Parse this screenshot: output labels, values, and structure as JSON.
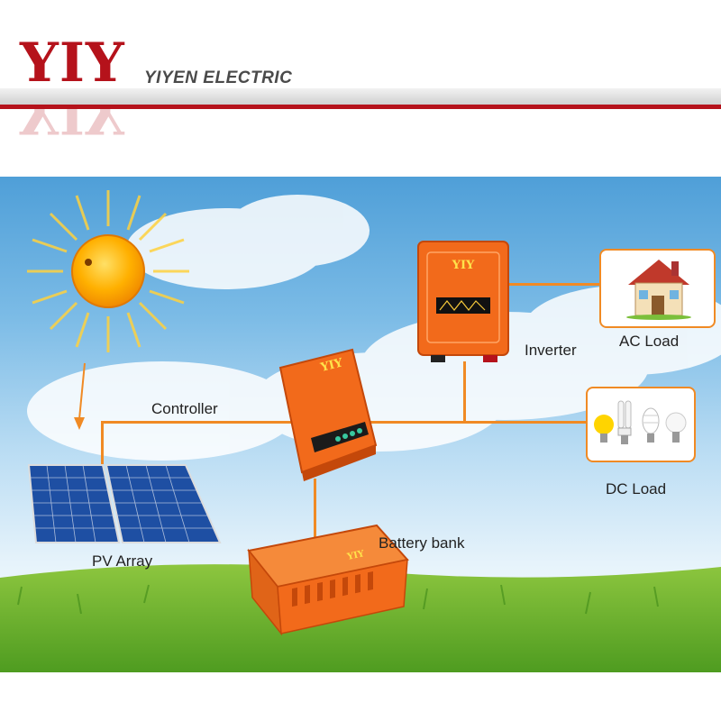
{
  "header": {
    "logo_text": "YIY",
    "company_name": "YIYEN ELECTRIC"
  },
  "diagram": {
    "labels": {
      "inverter": "Inverter",
      "ac_load": "AC Load",
      "controller": "Controller",
      "dc_load": "DC Load",
      "pv_array": "PV Array",
      "battery_bank": "Battery bank"
    },
    "device_brand": "YIY"
  },
  "colors": {
    "brand_red": "#b5121b",
    "wire_orange": "#f08a24",
    "device_orange": "#f26a1b"
  }
}
